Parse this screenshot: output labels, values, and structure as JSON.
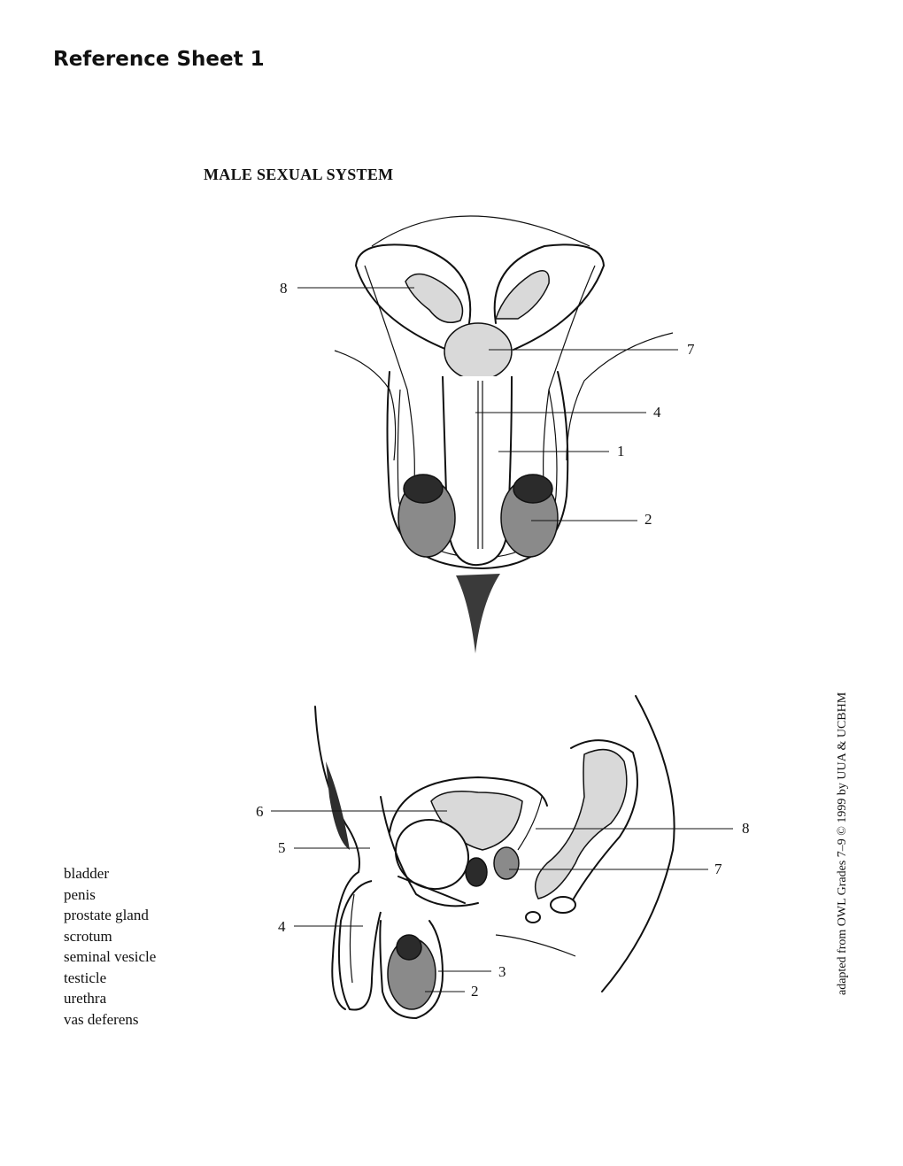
{
  "sheet_title": "Reference Sheet 1",
  "diagram_title": "MALE SEXUAL SYSTEM",
  "front_view_labels": [
    "8",
    "7",
    "4",
    "1",
    "2"
  ],
  "side_view_labels": [
    "6",
    "5",
    "4",
    "8",
    "7",
    "3",
    "2"
  ],
  "word_bank": [
    "bladder",
    "penis",
    "prostate gland",
    "scrotum",
    "seminal vesicle",
    "testicle",
    "urethra",
    "vas deferens"
  ],
  "credit": "adapted from  OWL Grades 7–9 © 1999 by UUA & UCBHM"
}
